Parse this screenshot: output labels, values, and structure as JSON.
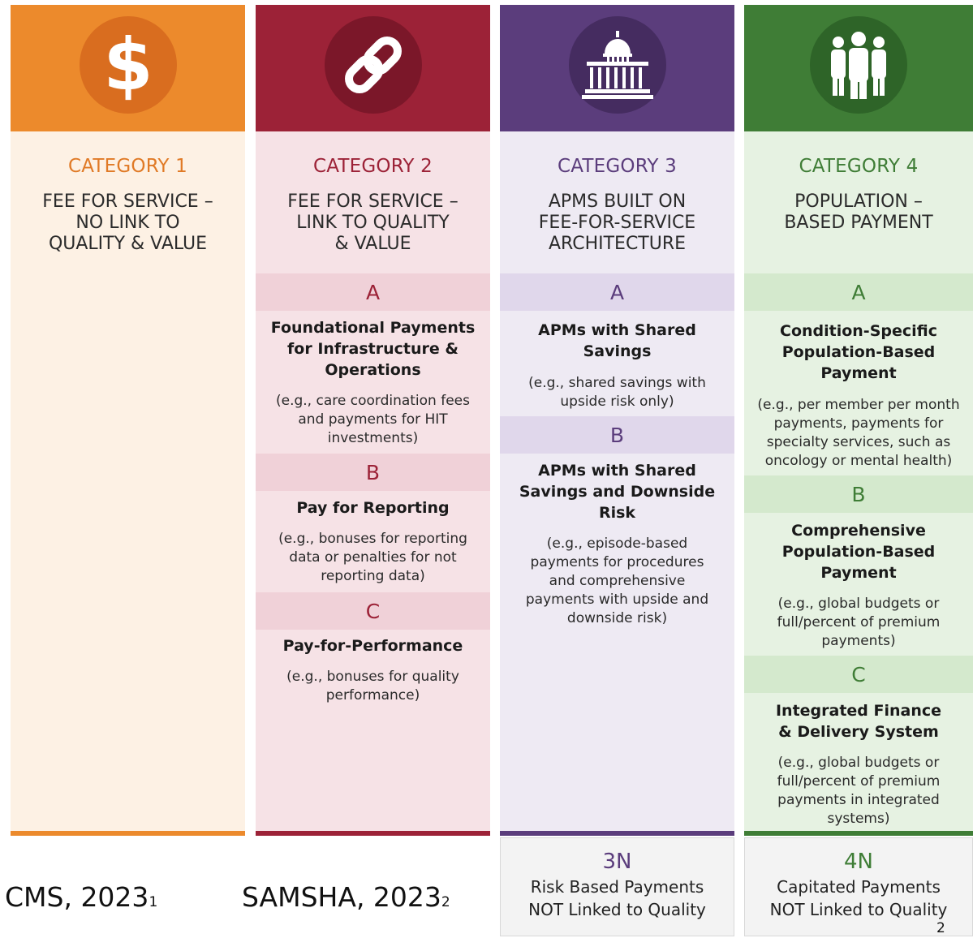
{
  "colors": {
    "cat1": "#ec8a2c",
    "cat1_dark": "#d96d1f",
    "cat1_bg": "#fdf1e4",
    "cat2": "#9c2237",
    "cat2_dark": "#7b1729",
    "cat2_bg": "#f6e2e6",
    "cat2_band": "#f0d1d8",
    "cat3": "#5b3d7c",
    "cat3_dark": "#452c60",
    "cat3_bg": "#eeeaf3",
    "cat3_band": "#e0d7eb",
    "cat4": "#3f7d36",
    "cat4_dark": "#2e6428",
    "cat4_bg": "#e6f2e2",
    "cat4_band": "#d4e9cd"
  },
  "categories": [
    {
      "icon": "dollar-icon",
      "label": "CATEGORY 1",
      "title": "FEE FOR SERVICE –\nNO LINK TO\nQUALITY & VALUE",
      "sections": []
    },
    {
      "icon": "chain-link-icon",
      "label": "CATEGORY 2",
      "title": "FEE FOR SERVICE –\nLINK TO QUALITY\n& VALUE",
      "sections": [
        {
          "letter": "A",
          "title": "Foundational Payments\nfor Infrastructure &\nOperations",
          "desc": "(e.g., care coordination fees\nand payments for HIT\ninvestments)"
        },
        {
          "letter": "B",
          "title": "Pay for Reporting",
          "desc": "(e.g., bonuses for reporting\ndata or penalties for not\nreporting data)"
        },
        {
          "letter": "C",
          "title": "Pay-for-Performance",
          "desc": "(e.g., bonuses for quality\nperformance)"
        }
      ]
    },
    {
      "icon": "capitol-building-icon",
      "label": "CATEGORY 3",
      "title": "APMS BUILT ON\nFEE-FOR-SERVICE\nARCHITECTURE",
      "sections": [
        {
          "letter": "A",
          "title": "APMs with Shared\nSavings",
          "desc": "(e.g., shared savings with\nupside risk only)"
        },
        {
          "letter": "B",
          "title": "APMs with Shared\nSavings and Downside\nRisk",
          "desc": "(e.g., episode-based\npayments for procedures\nand comprehensive\npayments with upside and\ndownside risk)"
        }
      ],
      "n_box": {
        "code": "3N",
        "text": "Risk Based Payments\nNOT Linked to Quality"
      }
    },
    {
      "icon": "people-group-icon",
      "label": "CATEGORY 4",
      "title": "POPULATION –\nBASED PAYMENT",
      "sections": [
        {
          "letter": "A",
          "title": "Condition-Specific\nPopulation-Based\nPayment",
          "desc": "(e.g., per member per month\npayments, payments for\nspecialty services, such as\noncology or mental health)"
        },
        {
          "letter": "B",
          "title": "Comprehensive\nPopulation-Based\nPayment",
          "desc": "(e.g., global budgets or\nfull/percent of premium\npayments)"
        },
        {
          "letter": "C",
          "title": "Integrated Finance\n& Delivery System",
          "desc": "(e.g., global budgets or\nfull/percent of premium\npayments in integrated\nsystems)"
        }
      ],
      "n_box": {
        "code": "4N",
        "text": "Capitated Payments\nNOT Linked to Quality"
      }
    }
  ],
  "citations": [
    {
      "text": "CMS, 2023",
      "sup": "1"
    },
    {
      "text": "SAMSHA, 2023",
      "sup": "2"
    }
  ],
  "page_number": "2"
}
